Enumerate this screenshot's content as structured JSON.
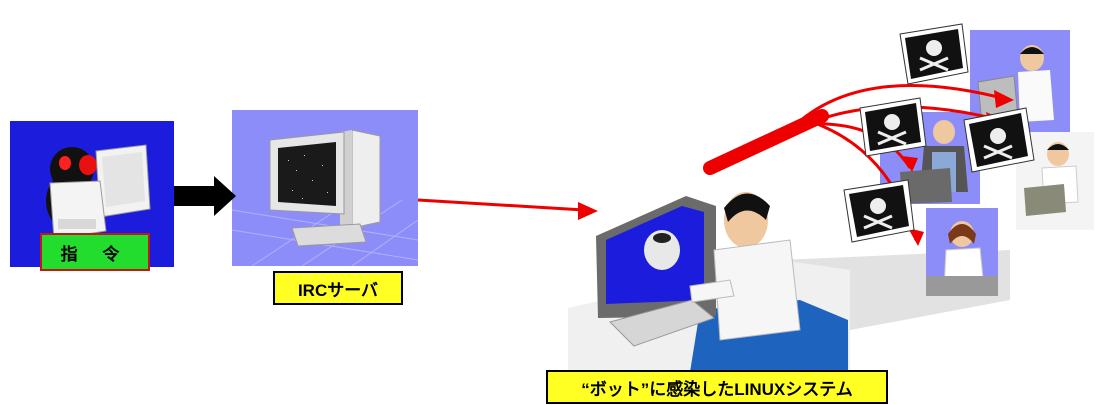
{
  "labels": {
    "command": "指 令",
    "irc_server": "IRCサーバ",
    "infected_system": "“ボット”に感染したLINUXシステム"
  },
  "colors": {
    "attacker_bg": "#1c1cdc",
    "command_label_bg": "#22dd2e",
    "command_label_border": "#c41616",
    "irc_bg": "#8d8dfa",
    "label_bg": "#ffff24",
    "arrow_red": "#ee0000",
    "arrow_black": "#000000"
  },
  "icons": {
    "attacker": "penguin-hacker-at-computer-icon",
    "server": "irc-server-computer-icon",
    "bot_user": "user-at-infected-linux-computer-icon",
    "pirate_flag": "skull-and-crossbones-flag-icon"
  }
}
